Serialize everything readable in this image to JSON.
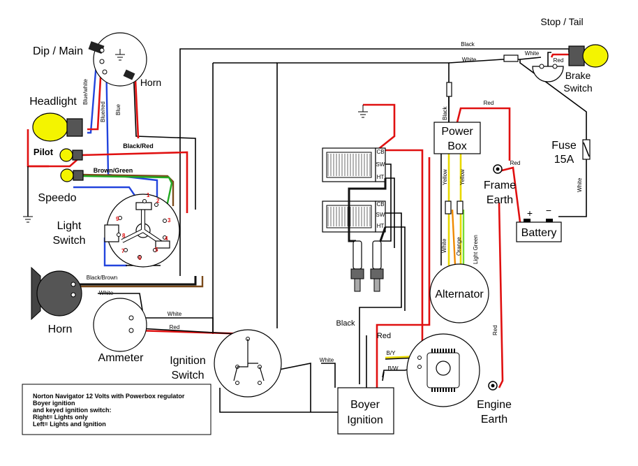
{
  "labels": {
    "stop_tail": "Stop / Tail",
    "dip_main": "Dip / Main",
    "horn_top": "Horn",
    "headlight": "Headlight",
    "pilot": "Pilot",
    "speedo": "Speedo",
    "light_switch_1": "Light",
    "light_switch_2": "Switch",
    "horn_bottom": "Horn",
    "ammeter": "Ammeter",
    "ignition_switch_1": "Ignition",
    "ignition_switch_2": "Switch",
    "power_box_1": "Power",
    "power_box_2": "Box",
    "fuse_1": "Fuse",
    "fuse_2": "15A",
    "frame_earth_1": "Frame",
    "frame_earth_2": "Earth",
    "battery": "Battery",
    "battery_plus": "+",
    "battery_minus": "−",
    "brake_switch_1": "Brake",
    "brake_switch_2": "Switch",
    "alternator": "Alternator",
    "boyer_1": "Boyer",
    "boyer_2": "Ignition",
    "engine_earth_1": "Engine",
    "engine_earth_2": "Earth"
  },
  "wire_labels": {
    "black_top": "Black",
    "white_top": "White",
    "white_fuse": "White",
    "red_tail": "Red",
    "blue_white": "Blue/white",
    "blue_red": "Blue/red",
    "blue": "Blue",
    "black_red": "Black/Red",
    "brown_green": "Brown/Green",
    "black_brown": "Black/Brown",
    "white_ammeter": "White",
    "white_ign": "White",
    "red_ammeter": "Red",
    "black_boyer": "Black",
    "red_boyer": "Red",
    "white_boyer": "White",
    "black_pb": "Black",
    "red_pb": "Red",
    "red_frame": "Red",
    "yellow_1": "Yellow",
    "yellow_2": "Yellow",
    "white_alt": "White",
    "orange_alt": "Orange",
    "lgreen_alt": "Light Green",
    "red_engine": "Red",
    "by": "B/Y",
    "bw": "B/W",
    "white_right": "White"
  },
  "coil_terms": {
    "cb1": "CB",
    "sw1": "SW",
    "ht1": "HT",
    "cb2": "CB",
    "sw2": "SW",
    "ht2": "HT"
  },
  "switch_numbers": [
    "1",
    "2",
    "3",
    "4",
    "5",
    "6",
    "7",
    "8",
    "9"
  ],
  "note": {
    "line1": "Norton Navigator 12 Volts with Powerbox regulator",
    "line2": "Boyer ignition",
    "line3": "and keyed ignition switch:",
    "line4": "Right= Lights only",
    "line5": "Left= Lights and Ignition"
  }
}
